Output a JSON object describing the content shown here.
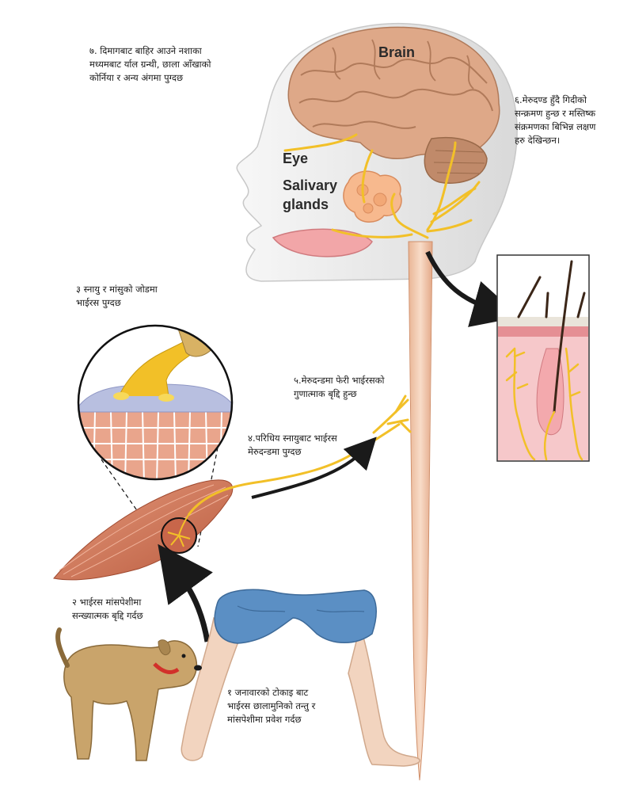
{
  "labels": {
    "brain": "Brain",
    "eye": "Eye",
    "salivary": "Salivary\nglands"
  },
  "steps": {
    "s1": "१ जनावारको टोकाइ बाट\nभाईरस छालामुनिको तन्तु र\nमांसपेशीमा प्रवेश गर्दछ",
    "s2": "२ भाईरस मांसपेशीमा\nसन्ख्यात्मक बृद्दि गर्दछ",
    "s3": "३ स्नायु र मांसुको जोडमा\nभाईरस पुग्दछ",
    "s4": "४.परिधिय स्नायुबाट भाईरस\nमेरुदन्डमा पुग्दछ",
    "s5": "५.मेरुदन्डमा फेरी भाईरसको\nगुणात्माक बृद्दि हुन्छ",
    "s6": "६.मेरुदण्ड हुँदै गिदीको\nसन्क्रमण हुन्छ र मस्तिष्क\nसंक्रमणका बिभिन्न लक्षण\nहरु देखिन्छन।",
    "s7": "७. दिमागबाट बाहिर आउने नशाका\nमध्यमबाट र्याल ग्रन्थी, छाला आँखाको\nकोर्निया र अन्य अंगमा पुग्दछ"
  },
  "colors": {
    "nerve": "#f2c028",
    "skin": "#f4f4f4",
    "brain": "#dea888",
    "spine": "#f2cdb4",
    "muscle": "#d4795a",
    "dog": "#c9a46b",
    "shorts": "#5b8fc4",
    "arrow": "#1a1a1a"
  }
}
